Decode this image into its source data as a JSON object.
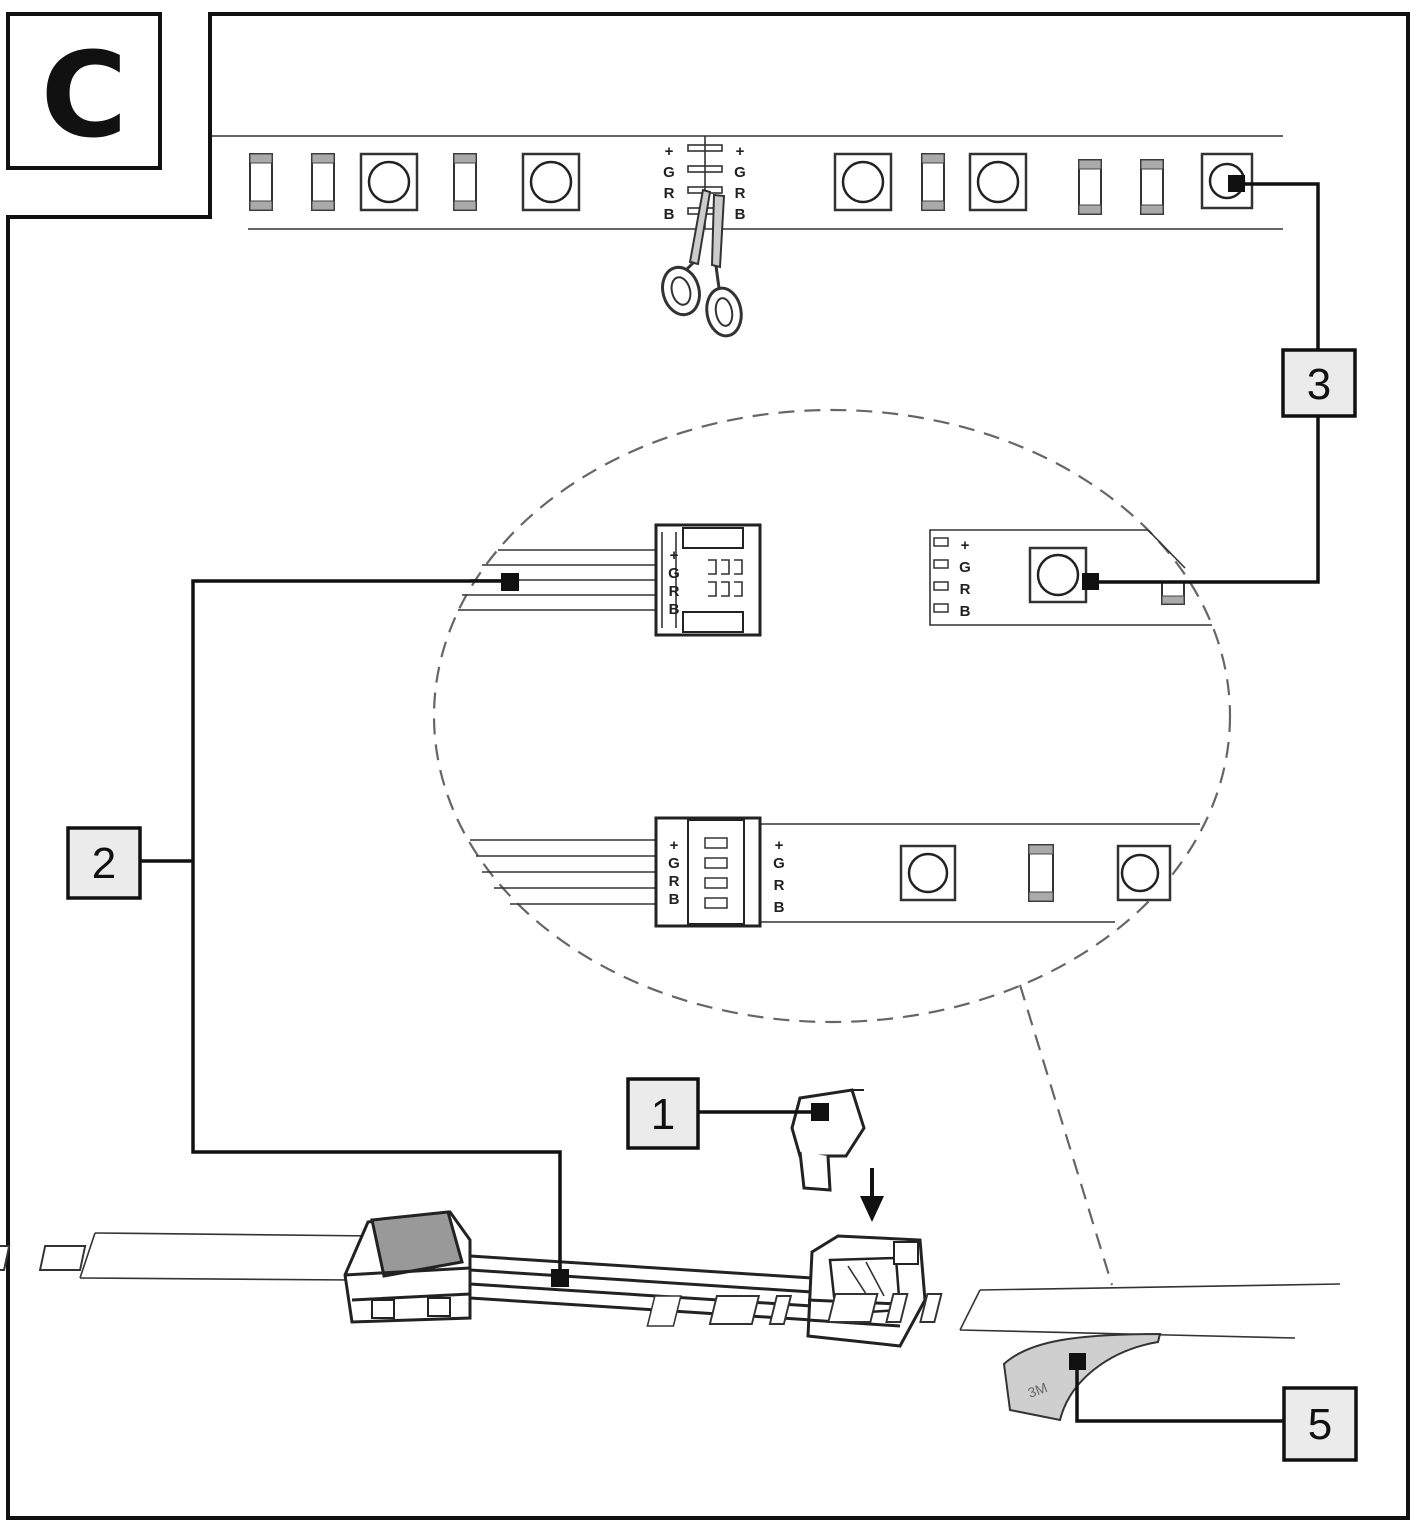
{
  "panel": {
    "letter": "C"
  },
  "strip_pins": [
    "+",
    "G",
    "R",
    "B"
  ],
  "callouts": {
    "c1": "1",
    "c2": "2",
    "c3": "3",
    "c5": "5"
  },
  "tape_mark": "3M"
}
